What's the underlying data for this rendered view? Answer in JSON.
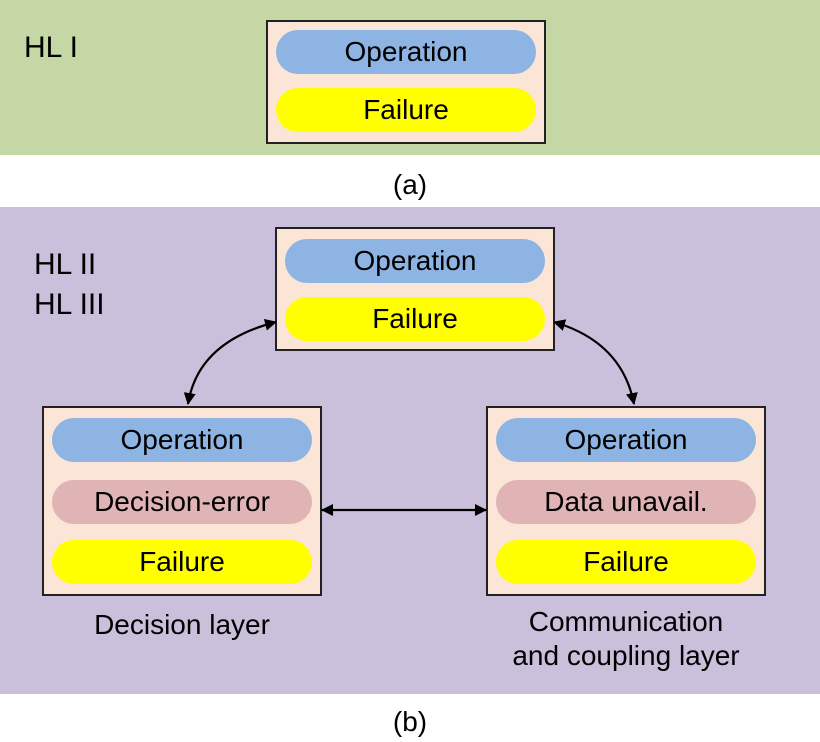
{
  "panel_a": {
    "hl_label": "HL I",
    "box": {
      "operation": "Operation",
      "failure": "Failure"
    },
    "caption": "(a)"
  },
  "panel_b": {
    "hl_labels": [
      "HL II",
      "HL III"
    ],
    "top_box": {
      "operation": "Operation",
      "failure": "Failure"
    },
    "decision_box": {
      "operation": "Operation",
      "middle": "Decision-error",
      "failure": "Failure"
    },
    "comm_box": {
      "operation": "Operation",
      "middle": "Data unavail.",
      "failure": "Failure"
    },
    "decision_label": "Decision layer",
    "comm_label_lines": [
      "Communication",
      "and coupling layer"
    ],
    "caption": "(b)"
  },
  "colors": {
    "panel_a_bg": "#c4d7a4",
    "panel_b_bg": "#cac0db",
    "box_bg": "#fbe5d6",
    "operation": "#8eb4e3",
    "failure": "#ffff00",
    "error": "#e0b4b4"
  }
}
